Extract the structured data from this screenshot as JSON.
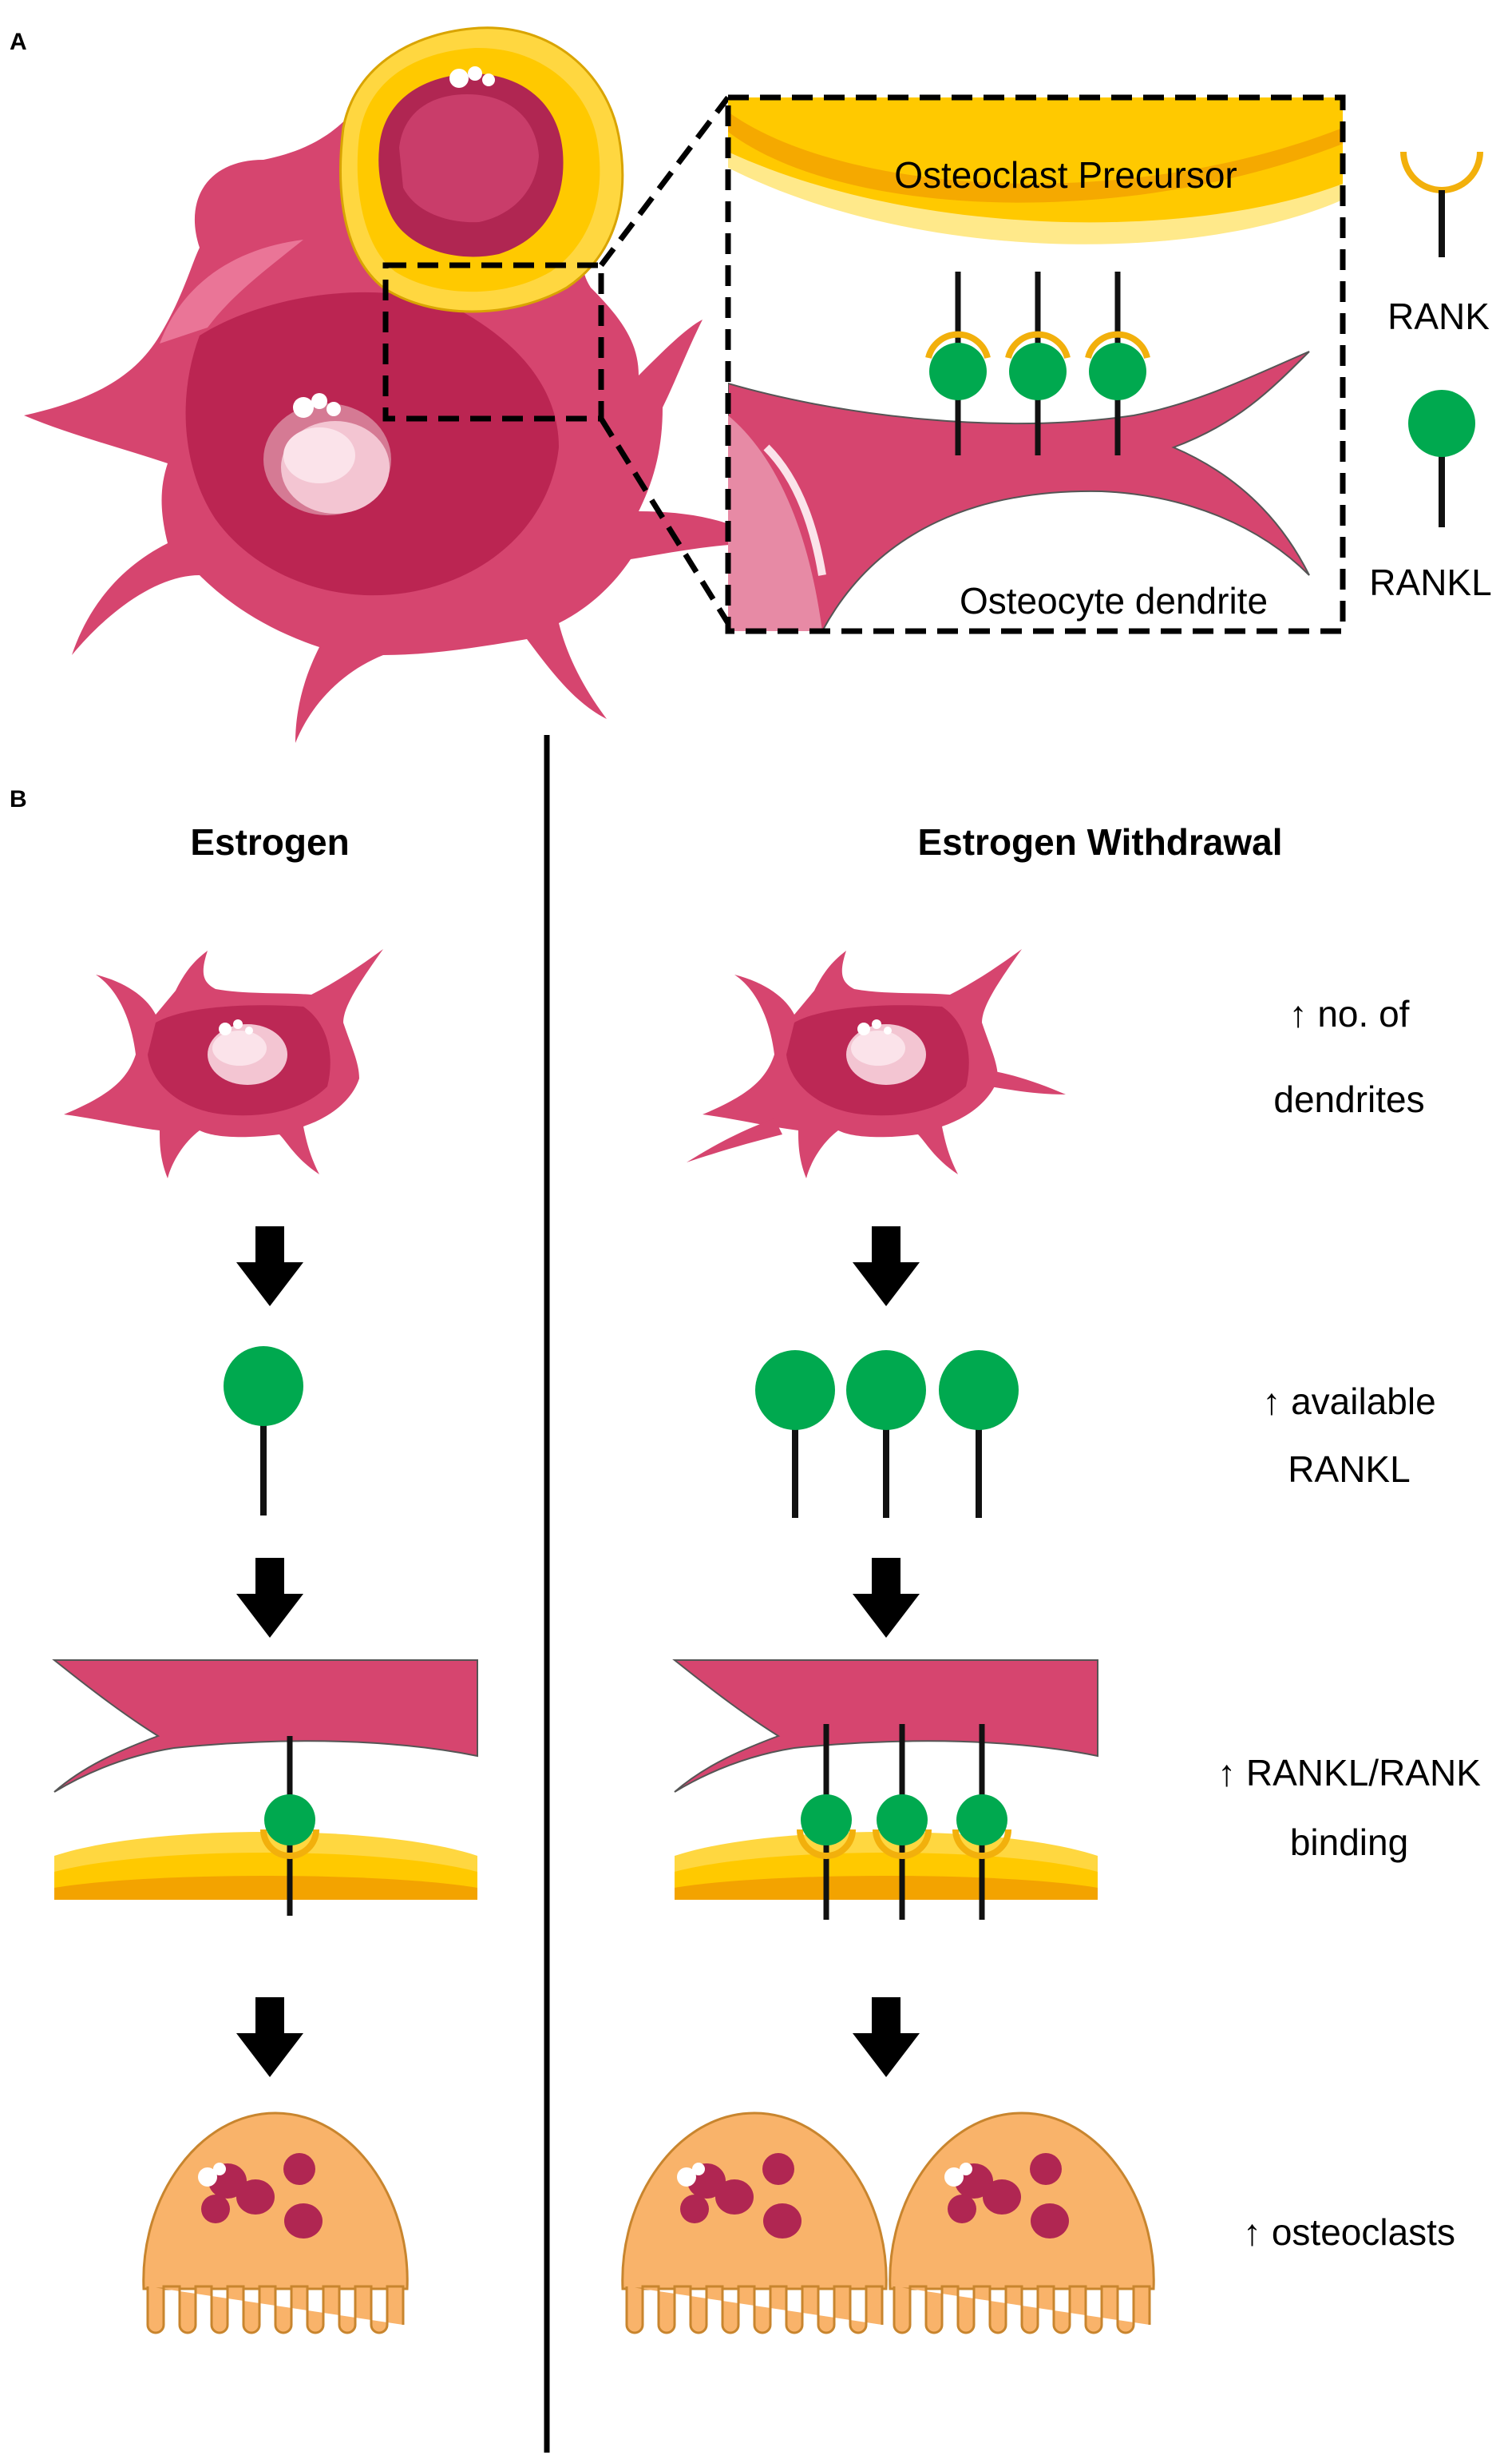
{
  "panel_a": {
    "letter": "A",
    "precursor_label": "Osteoclast Precursor",
    "dendrite_label": "Osteocyte dendrite",
    "legend": {
      "rank": "RANK",
      "rankl": "RANKL"
    }
  },
  "panel_b": {
    "letter": "B",
    "left_heading": "Estrogen",
    "right_heading": "Estrogen Withdrawal",
    "notes": [
      {
        "line1": "↑ no. of",
        "line2": "dendrites"
      },
      {
        "line1": "↑ available",
        "line2": "RANKL"
      },
      {
        "line1": "↑ RANKL/RANK",
        "line2": "binding"
      },
      {
        "line1": "↑ osteoclasts",
        "line2": ""
      }
    ]
  },
  "colors": {
    "osteocyte": "#d6456f",
    "osteocyte_dark": "#a8103f",
    "precursor": "#ffc900",
    "rankl_green": "#00a94f",
    "rank_orange": "#f2b00c",
    "osteoclast": "#f9b36a",
    "nucleus": "#b02652"
  },
  "icons": [
    "osteocyte-icon",
    "osteoclast-precursor-icon",
    "rankl-icon",
    "rank-icon",
    "down-arrow-icon",
    "osteoclast-icon"
  ]
}
